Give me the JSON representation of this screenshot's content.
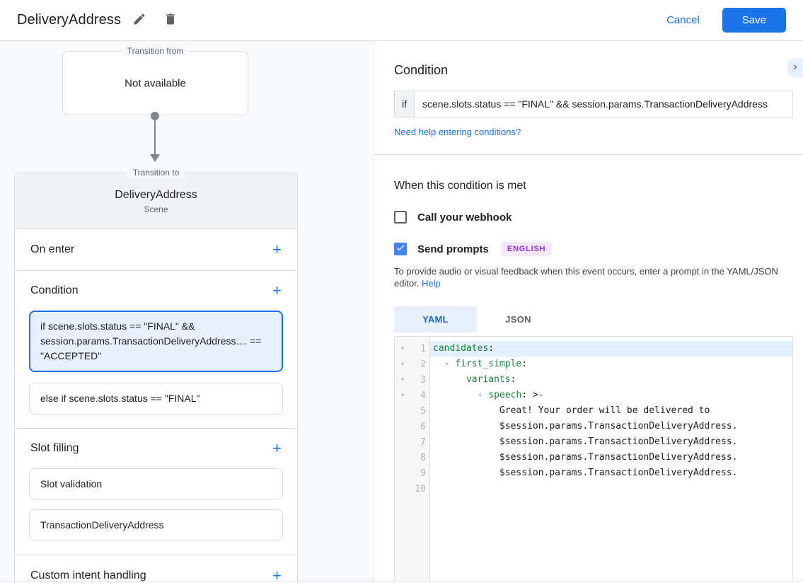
{
  "header": {
    "title": "DeliveryAddress",
    "cancel_label": "Cancel",
    "save_label": "Save"
  },
  "flow": {
    "transition_from": {
      "label": "Transition from",
      "value": "Not available"
    },
    "transition_to": {
      "label": "Transition to",
      "title": "DeliveryAddress",
      "subtitle": "Scene"
    },
    "sections": {
      "on_enter": "On enter",
      "condition": "Condition",
      "slot_filling": "Slot filling",
      "custom_intent": "Custom intent handling"
    },
    "condition_cards": [
      {
        "text": "if scene.slots.status == \"FINAL\" && session.params.TransactionDeliveryAddress.... == \"ACCEPTED\"",
        "selected": true
      },
      {
        "text": "else if scene.slots.status == \"FINAL\"",
        "selected": false
      }
    ],
    "slot_cards": [
      "Slot validation",
      "TransactionDeliveryAddress"
    ]
  },
  "panel": {
    "condition_title": "Condition",
    "if_label": "if",
    "if_value": "scene.slots.status == \"FINAL\" && session.params.TransactionDeliveryAddress",
    "help_link": "Need help entering conditions?",
    "when_title": "When this condition is met",
    "webhook_label": "Call your webhook",
    "prompts_label": "Send prompts",
    "language_badge": "ENGLISH",
    "editor_hint": "To provide audio or visual feedback when this event occurs, enter a prompt in the YAML/JSON editor.",
    "hint_help_label": "Help",
    "tabs": {
      "yaml": "YAML",
      "json": "JSON"
    }
  },
  "colors": {
    "accent_blue": "#1a73e8",
    "checkbox_blue": "#4285f4",
    "selected_card_bg": "#e8f0fe",
    "badge_bg": "#f3e8fd",
    "badge_text": "#9334e6",
    "code_key_green": "#188038"
  },
  "editor": {
    "fold_glyph": "▾",
    "lines": [
      {
        "num": "1",
        "fold": "▾",
        "g": "candidates",
        "b": ":"
      },
      {
        "num": "2",
        "fold": "▾",
        "g": "  - first_simple",
        "b": ":"
      },
      {
        "num": "3",
        "fold": "▾",
        "g": "      variants",
        "b": ":"
      },
      {
        "num": "4",
        "fold": "▾",
        "g": "        - speech",
        "b": ": >-"
      },
      {
        "num": "5",
        "fold": "",
        "g": "",
        "b": "            Great! Your order will be delivered to"
      },
      {
        "num": "6",
        "fold": "",
        "g": "",
        "b": "            $session.params.TransactionDeliveryAddress."
      },
      {
        "num": "7",
        "fold": "",
        "g": "",
        "b": "            $session.params.TransactionDeliveryAddress."
      },
      {
        "num": "8",
        "fold": "",
        "g": "",
        "b": "            $session.params.TransactionDeliveryAddress."
      },
      {
        "num": "9",
        "fold": "",
        "g": "",
        "b": "            $session.params.TransactionDeliveryAddress."
      },
      {
        "num": "10",
        "fold": "",
        "g": "",
        "b": ""
      }
    ]
  }
}
